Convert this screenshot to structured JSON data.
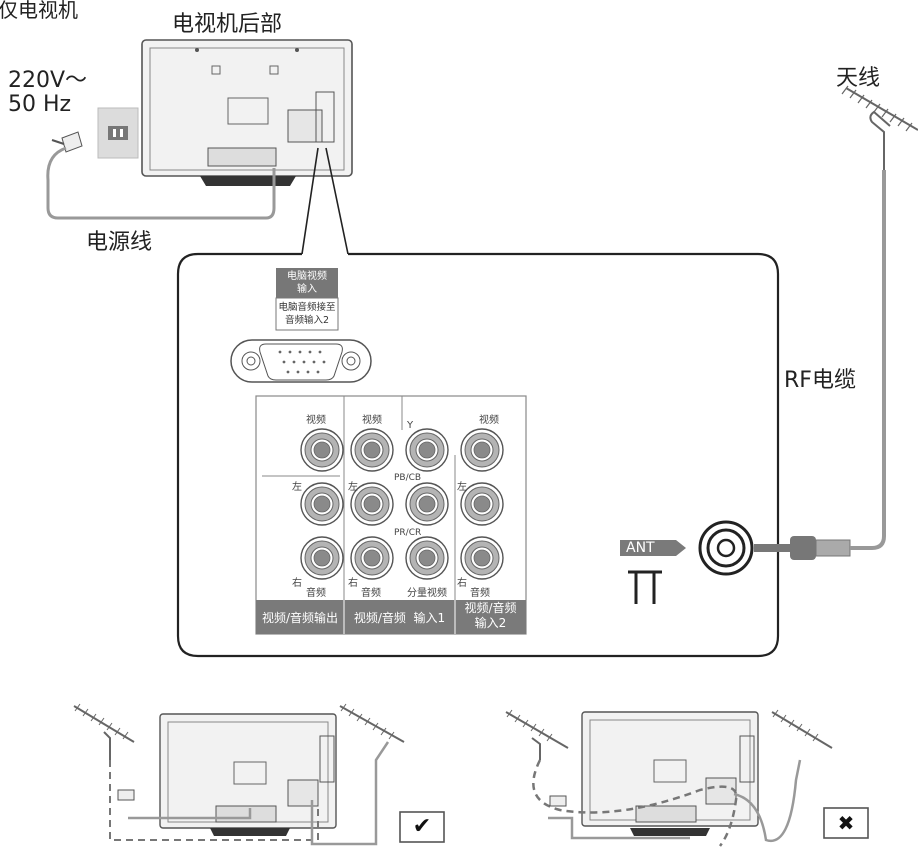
{
  "corner_title": "仅电视机",
  "tv_rear_label": "电视机后部",
  "power": {
    "voltage": "220V～",
    "frequency": "50 Hz",
    "cord_label": "电源线"
  },
  "antenna_label": "天线",
  "rf_cable_label": "RF电缆",
  "pc_input": {
    "title_line1": "电脑视频",
    "title_line2": "输入",
    "note_line1": "电脑音频接至",
    "note_line2": "音频输入2"
  },
  "jacks": {
    "video": "视频",
    "y": "Y",
    "pb": "PB/CB",
    "pr": "PR/CR",
    "left": "左",
    "right": "右",
    "audio": "音频",
    "component_video": "分量视频"
  },
  "groups": {
    "av_out": "视频/音频输出",
    "av_in1": "视频/音频  输入1",
    "av_in2_line1": "视频/音频",
    "av_in2_line2": "输入2"
  },
  "ant_label": "ANT",
  "correct_symbol": "✔",
  "wrong_symbol": "✖",
  "colors": {
    "panel_gray": "#7a7a7a",
    "line_gray": "#9a9a9a",
    "jack_gray": "#b4b4b4"
  }
}
